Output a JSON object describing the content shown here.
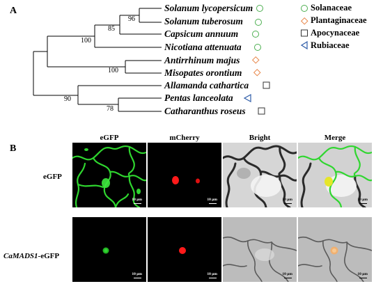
{
  "panel_a_label": "A",
  "panel_b_label": "B",
  "tree": {
    "taxa": [
      {
        "name": "Solanum lycopersicum",
        "family_color": "#4caf50",
        "marker": "circle"
      },
      {
        "name": "Solanum tuberosum",
        "family_color": "#4caf50",
        "marker": "circle"
      },
      {
        "name": "Capsicum annuum",
        "family_color": "#4caf50",
        "marker": "circle"
      },
      {
        "name": "Nicotiana attenuata",
        "family_color": "#4caf50",
        "marker": "circle"
      },
      {
        "name": "Antirrhinum majus",
        "family_color": "#e8874a",
        "marker": "diamond"
      },
      {
        "name": "Misopates orontium",
        "family_color": "#e8874a",
        "marker": "diamond"
      },
      {
        "name": "Allamanda cathartica",
        "family_color": "#333333",
        "marker": "square"
      },
      {
        "name": "Pentas lanceolata",
        "family_color": "#2e5ca8",
        "marker": "triangle"
      },
      {
        "name": "Catharanthus roseus",
        "family_color": "#333333",
        "marker": "square"
      }
    ],
    "bootstrap": [
      "96",
      "85",
      "100",
      "100",
      "90",
      "78"
    ]
  },
  "legend": [
    {
      "label": "Solanaceae",
      "marker": "circle",
      "color": "#4caf50"
    },
    {
      "label": "Plantaginaceae",
      "marker": "diamond",
      "color": "#e8874a"
    },
    {
      "label": "Apocynaceae",
      "marker": "square",
      "color": "#333333"
    },
    {
      "label": "Rubiaceae",
      "marker": "triangle",
      "color": "#2e5ca8"
    }
  ],
  "microscopy": {
    "columns": [
      "eGFP",
      "mCherry",
      "Bright",
      "Merge"
    ],
    "row1_label": "eGFP",
    "row2_label_italic": "CaMADS1",
    "row2_label_suffix": "-eGFP",
    "scale_bar": "10 μm"
  }
}
